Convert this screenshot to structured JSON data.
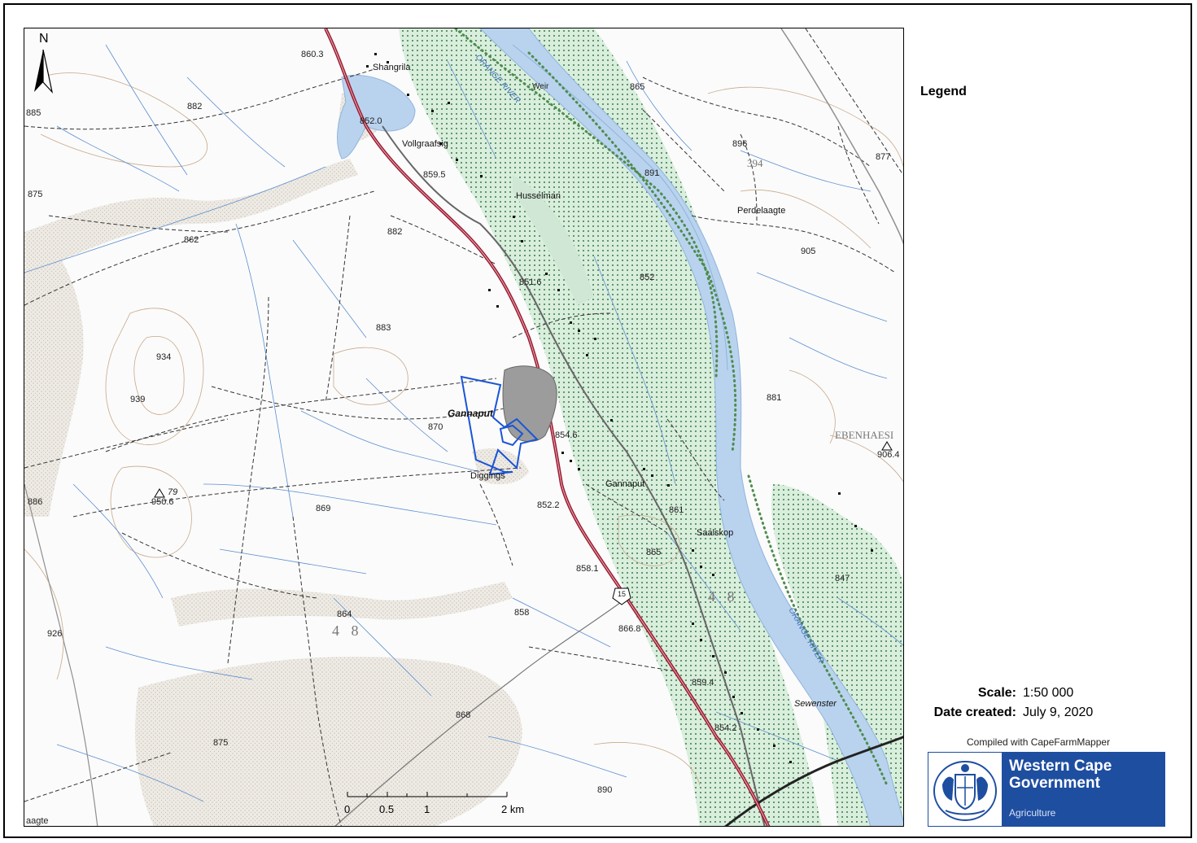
{
  "map": {
    "north_label": "N",
    "spot_heights": [
      {
        "text": "860.3"
      },
      {
        "text": "852.0"
      },
      {
        "text": "859.5"
      },
      {
        "text": "882"
      },
      {
        "text": "885"
      },
      {
        "text": "875"
      },
      {
        "text": "862"
      },
      {
        "text": "882"
      },
      {
        "text": "883"
      },
      {
        "text": "934"
      },
      {
        "text": "939"
      },
      {
        "text": "870"
      },
      {
        "text": "869"
      },
      {
        "text": "950.6"
      },
      {
        "text": "886"
      },
      {
        "text": "926"
      },
      {
        "text": "864"
      },
      {
        "text": "858"
      },
      {
        "text": "868"
      },
      {
        "text": "875"
      },
      {
        "text": "890"
      },
      {
        "text": "851.6"
      },
      {
        "text": "854.6"
      },
      {
        "text": "852.2"
      },
      {
        "text": "858.1"
      },
      {
        "text": "866.8"
      },
      {
        "text": "859.4"
      },
      {
        "text": "854.2"
      },
      {
        "text": "865"
      },
      {
        "text": "896"
      },
      {
        "text": "891"
      },
      {
        "text": "877"
      },
      {
        "text": "905"
      },
      {
        "text": "852"
      },
      {
        "text": "881"
      },
      {
        "text": "861"
      },
      {
        "text": "865"
      },
      {
        "text": "847"
      },
      {
        "text": "906.4"
      }
    ],
    "places": {
      "shangrila": "Shangrila",
      "vollgraafsig": "Vollgraafsig",
      "husselman": "Husselman",
      "perdelaagte": "Perdelaagte",
      "gannaput_town": "Gannaput",
      "gannaput_farm": "Gannaput",
      "saalskop": "Saalskop",
      "sewenster": "Sewenster",
      "diggings": "Diggings",
      "ebenhaeser": "EBENHAESI",
      "farm_394": "394",
      "grid_48_left": "4 8",
      "grid_48_right": "4 8",
      "route": "15",
      "trig_79": "79",
      "river_top": "ORANGE RIVER",
      "river_bottom": "ORANGE RIVER",
      "weir": "Weir",
      "edge_label": "aagte"
    },
    "scale_ticks": [
      "0",
      "0.5",
      "1",
      "2 km"
    ]
  },
  "legend": {
    "title": "Legend"
  },
  "info": {
    "scale_label": "Scale:",
    "scale_value": "1:50 000",
    "date_label": "Date created:",
    "date_value": "July 9, 2020"
  },
  "credits": {
    "compiled": "Compiled with CapeFarmMapper",
    "org_line1": "Western Cape",
    "org_line2": "Government",
    "dept": "Agriculture"
  },
  "colors": {
    "road": "#9b1b30",
    "river": "#b9d3ee",
    "stream": "#5b8fcf",
    "irrigation": "#cfe7d4",
    "boundary": "#1a55d6",
    "brand": "#1e4ea0"
  }
}
